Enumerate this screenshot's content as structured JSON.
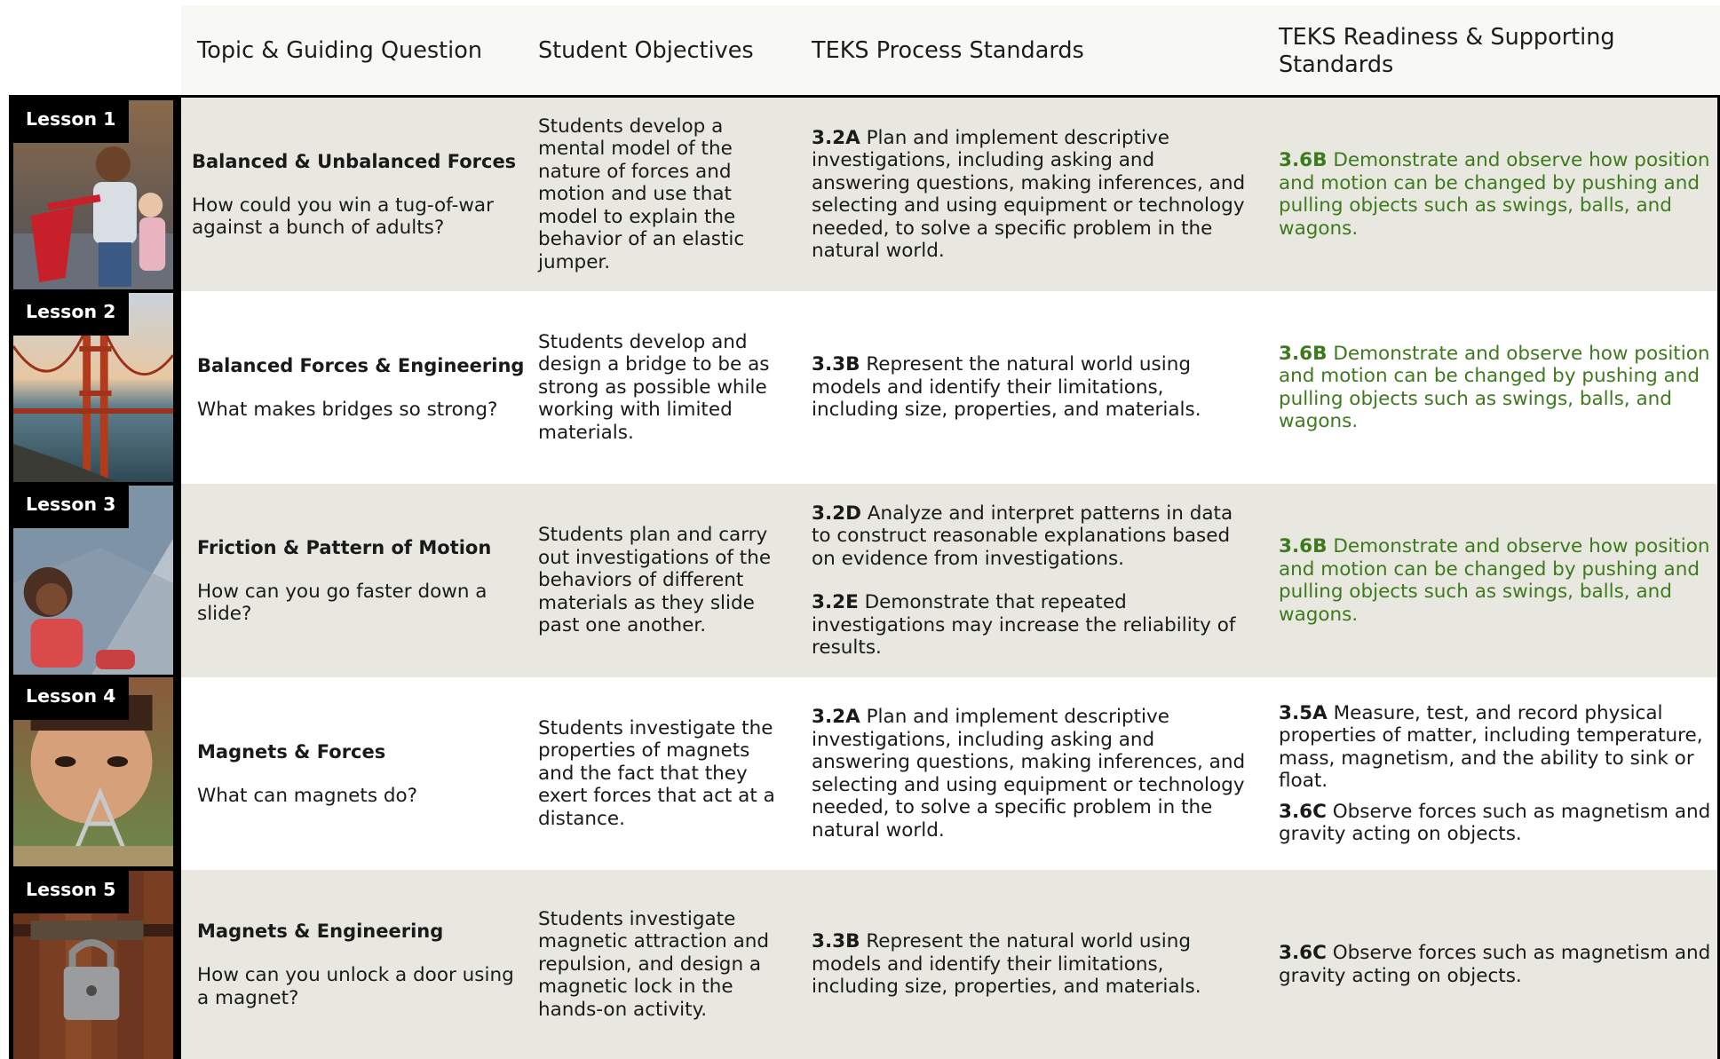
{
  "header": {
    "col1": "Topic & Guiding Question",
    "col2": "Student Objectives",
    "col3": "TEKS Process Standards",
    "col4": "TEKS Readiness & Supporting Standards"
  },
  "colors": {
    "readiness_green": "#3d7a1e",
    "row_shade": "#e8e8e0",
    "header_bg": "#f8f8f4"
  },
  "lessons": [
    {
      "tag": "Lesson 1",
      "image": "kids-tug-of-war-photo",
      "topic": "Balanced & Unbalanced Forces",
      "question": "How could you win a tug-of-war against a bunch of adults?",
      "objective": "Students develop a mental model of the nature of forces and motion and use that model to explain the behavior of an elastic jumper.",
      "process": [
        {
          "code": "3.2A",
          "text": "Plan and implement descriptive investigations, including asking and answering questions, making inferences, and selecting and using equipment or technology needed, to solve a specific problem in the natural world."
        }
      ],
      "readiness": [
        {
          "code": "3.6B",
          "text": "Demonstrate and observe how position and motion can be changed by pushing and pulling objects such as swings, balls, and wagons.",
          "style": "green"
        }
      ]
    },
    {
      "tag": "Lesson 2",
      "image": "golden-gate-bridge-photo",
      "topic": "Balanced Forces & Engineering",
      "question": "What makes bridges so strong?",
      "objective": "Students develop and design a bridge to be as strong as possible while working with limited materials.",
      "process": [
        {
          "code": "3.3B",
          "text": "Represent the natural world using models and identify their limitations, including size, properties, and materials."
        }
      ],
      "readiness": [
        {
          "code": "3.6B",
          "text": "Demonstrate and observe how position and motion can be changed by pushing and pulling objects such as swings, balls, and wagons.",
          "style": "green"
        }
      ]
    },
    {
      "tag": "Lesson 3",
      "image": "child-on-slide-photo",
      "topic": "Friction & Pattern of Motion",
      "question": "How can you go faster down a slide?",
      "objective": "Students plan and carry out investigations of the behaviors of different materials as they slide past one another.",
      "process": [
        {
          "code": "3.2D",
          "text": "Analyze and interpret patterns in data to construct reasonable explanations based on evidence from investigations."
        },
        {
          "code": "3.2E",
          "text": "Demonstrate that repeated investigations may increase the reliability of results."
        }
      ],
      "readiness": [
        {
          "code": "3.6B",
          "text": "Demonstrate and observe how position and motion can be changed by pushing and pulling objects such as swings, balls, and wagons.",
          "style": "green"
        }
      ]
    },
    {
      "tag": "Lesson 4",
      "image": "child-with-magnet-toy-photo",
      "topic": "Magnets & Forces",
      "question": "What can magnets do?",
      "objective": "Students investigate the properties of magnets and the fact that they exert forces that act at a distance.",
      "process": [
        {
          "code": "3.2A",
          "text": "Plan and implement descriptive investigations, including asking and answering questions, making inferences, and selecting and using equipment or technology needed, to solve a specific problem in the natural world."
        }
      ],
      "readiness": [
        {
          "code": "3.5A",
          "text": "Measure, test, and record physical properties of matter, including temperature, mass, magnetism, and the ability to sink or float.",
          "style": "black"
        },
        {
          "code": "3.6C",
          "text": "Observe forces such as magnetism and gravity acting on objects.",
          "style": "black"
        }
      ]
    },
    {
      "tag": "Lesson 5",
      "image": "padlock-on-door-photo",
      "topic": "Magnets & Engineering",
      "question": "How can you unlock a door using a magnet?",
      "objective": "Students investigate magnetic attraction and repulsion, and design a magnetic lock in the hands-on activity.",
      "process": [
        {
          "code": "3.3B",
          "text": "Represent the natural world using models and identify their limitations, including size, properties, and materials."
        }
      ],
      "readiness": [
        {
          "code": "3.6C",
          "text": "Observe forces such as magnetism and gravity acting on objects.",
          "style": "black"
        }
      ]
    }
  ]
}
